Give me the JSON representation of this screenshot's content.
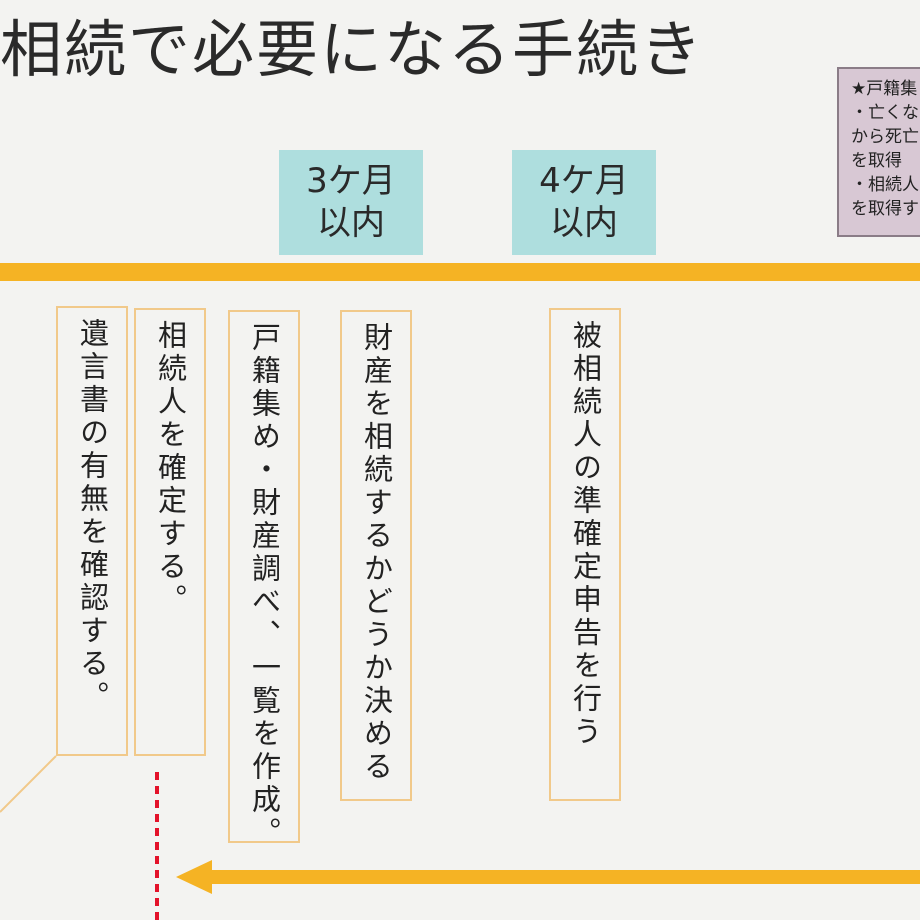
{
  "title": "相続で必要になる手続き",
  "note": {
    "lines": [
      "★戸籍集",
      "・亡くな",
      "から死亡",
      "を取得",
      "・相続人",
      "を取得す"
    ]
  },
  "periods": [
    {
      "line1": "3ケ月",
      "line2": "以内"
    },
    {
      "line1": "4ケ月",
      "line2": "以内"
    }
  ],
  "steps": [
    {
      "text": "遺言書の有無を確認する。"
    },
    {
      "text": "相続人を確定する。"
    },
    {
      "text": "戸籍集め・財産調べ、一覧を作成。"
    },
    {
      "text": "財産を相続するかどうか決める"
    },
    {
      "text": "被相続人の準確定申告を行う"
    }
  ],
  "colors": {
    "timeline": "#f5b324",
    "period_bg": "#aedede",
    "step_border": "#f1c98a",
    "dashed_line": "#e3122a",
    "note_bg": "#d8c8d4"
  }
}
